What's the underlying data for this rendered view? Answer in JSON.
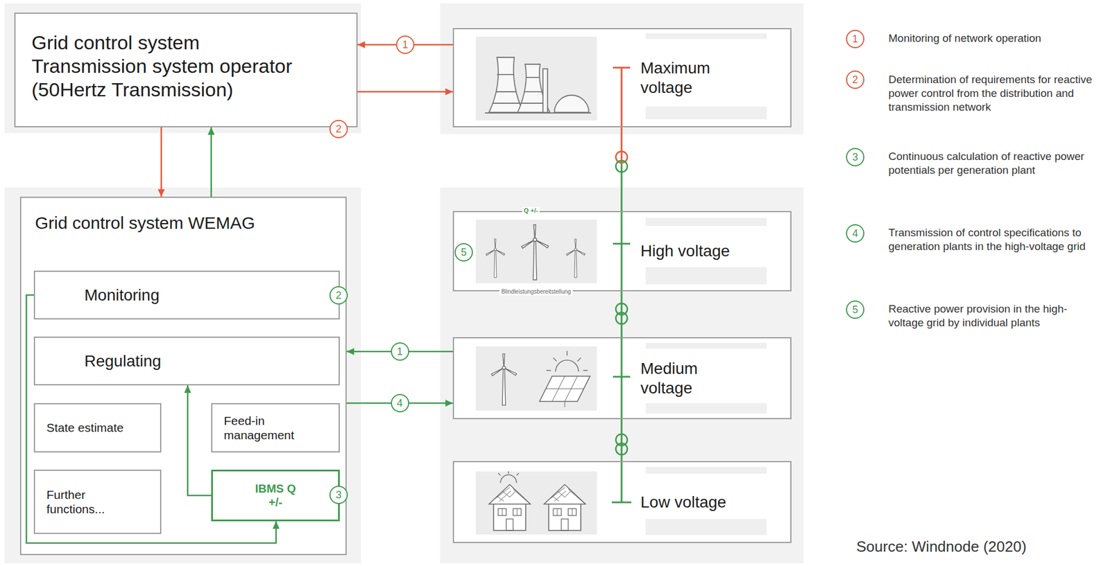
{
  "diagram": {
    "caption": "Source: Windnode (2020)",
    "nodes": [
      {
        "text": [
          "Grid control system Transmission system operator (50Hertz Transmission)"
        ]
      },
      {
        "text": [
          "Maximum voltage"
        ]
      },
      {
        "text": [
          "Grid control system WEMAG"
        ]
      },
      {
        "text": [
          "Monitoring"
        ],
        "in": 2
      },
      {
        "text": [
          "Regulating"
        ],
        "in": 2
      },
      {
        "text": [
          "State estimate"
        ],
        "in": 2
      },
      {
        "text": [
          "Feed-in management"
        ],
        "in": 2
      },
      {
        "text": [
          "Further functions..."
        ],
        "in": 2
      },
      {
        "text": [
          "IBMS Q +/-"
        ],
        "in": 2
      },
      {
        "text": [
          "High voltage"
        ]
      },
      {
        "text": [
          "Medium voltage"
        ]
      },
      {
        "text": [
          "Low voltage"
        ]
      }
    ],
    "edges": [
      {
        "from": 1,
        "to": 0,
        "arrow": "to",
        "label": "1"
      },
      {
        "from": 0,
        "to": 1,
        "arrow": "to"
      },
      {
        "from": 0,
        "to": 2,
        "arrow": "to"
      },
      {
        "from": 2,
        "to": 0,
        "arrow": "to"
      },
      {
        "from": 10,
        "to": 2,
        "arrow": "to",
        "label": "1"
      },
      {
        "from": 2,
        "to": 10,
        "arrow": "to",
        "label": "4"
      },
      {
        "from": 3,
        "to": 8,
        "arrow": "to"
      },
      {
        "from": 8,
        "to": 4,
        "arrow": "to"
      },
      {
        "from": 1,
        "to": 9,
        "arrow": "none"
      },
      {
        "from": 9,
        "to": 10,
        "arrow": "none"
      },
      {
        "from": 10,
        "to": 11,
        "arrow": "none"
      }
    ],
    "labels": [
      "2",
      "2",
      "3",
      "5",
      "Q +/-",
      "Blindleistungsbereitstellung",
      "1",
      "2",
      "3",
      "4",
      "5"
    ],
    "legend": [
      {
        "text": "Monitoring of network operation"
      },
      {
        "text": "Determination of requirements for reactive power control from the distribution and transmission network"
      },
      {
        "text": "Continuous calculation of reactive power potentials per generation plant"
      },
      {
        "text": "Transmission of control specifications to generation plants in the high-voltage grid"
      },
      {
        "text": "Reactive power provision in the high-voltage grid by individual plants"
      }
    ]
  }
}
